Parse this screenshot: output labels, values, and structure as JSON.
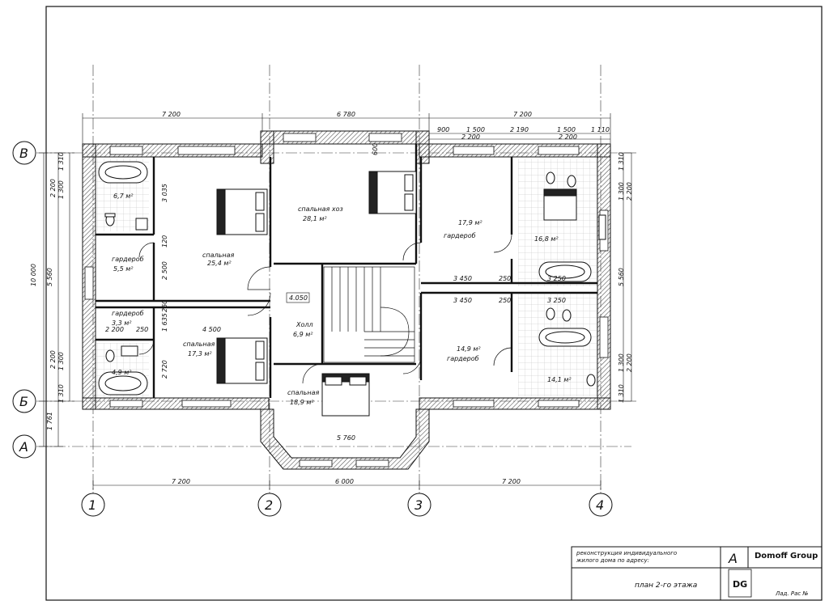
{
  "axes": {
    "columns": [
      "1",
      "2",
      "3",
      "4"
    ],
    "rows": [
      "В",
      "Б",
      "А"
    ]
  },
  "dimensions": {
    "top_outer": [
      "7 200",
      "6 780",
      "7 200"
    ],
    "top_right_row1": [
      "900",
      "1 500",
      "2 190",
      "1 500",
      "1 110"
    ],
    "top_right_row2": [
      "2 200",
      "2 200"
    ],
    "bay_offset": "600",
    "bottom": [
      "7 200",
      "6 000",
      "7 200"
    ],
    "left_total": "10 000",
    "left_mid": "5 560",
    "left_parts": [
      "1 310",
      "2 200",
      "1 300",
      "2 200",
      "1 300",
      "1 310",
      "1 761"
    ],
    "right_mid": "5 560",
    "right_parts": [
      "1 310",
      "1 300",
      "2 200",
      "1 300",
      "2 200",
      "1 310"
    ],
    "inner": {
      "d3035": "3 035",
      "d120": "120",
      "d2500": "2 500",
      "d1635": "1 635",
      "d250a": "250",
      "d2200": "2 200",
      "d250b": "250",
      "d4500": "4 500",
      "d2720": "2 720",
      "d3450a": "3 450",
      "d250c": "250",
      "d3250a": "3 250",
      "d3450b": "3 450",
      "d250d": "250",
      "d3250b": "3 250",
      "d5760": "5 760",
      "d4050": "4.050"
    }
  },
  "rooms": {
    "r1": {
      "name": "",
      "area": "6,7 м²"
    },
    "r2": {
      "name": "гардероб",
      "area": "5,5 м²"
    },
    "r3": {
      "name": "спальная",
      "area": "25,4 м²"
    },
    "r4": {
      "name": "спальная хоз",
      "area": "28,1 м²"
    },
    "r5": {
      "name": "гардероб",
      "area": "17,9 м²"
    },
    "r6": {
      "name": "",
      "area": "16,8 м²"
    },
    "r7": {
      "name": "гардероб",
      "area": "3,3 м²"
    },
    "r8": {
      "name": "",
      "area": "4,9 м²"
    },
    "r9": {
      "name": "спальная",
      "area": "17,3 м²"
    },
    "r10": {
      "name": "Холл",
      "area": "6,9 м²"
    },
    "r11": {
      "name": "спальная",
      "area": "18,9 м²"
    },
    "r12": {
      "name": "гардероб",
      "area": "14,9 м²"
    },
    "r13": {
      "name": "",
      "area": "14,1 м²"
    }
  },
  "title_block": {
    "description_line1": "реконструкция индивидуального",
    "description_line2": "жилого дома по адресу:",
    "sheet_format": "А",
    "sheet_title": "план 2-го этажа",
    "company": "Domoff Group",
    "logo_text": "DG",
    "sheet_label": "Лад. Рас №"
  },
  "colors": {
    "line": "#111111",
    "hatch": "#555555",
    "paper": "#ffffff"
  }
}
